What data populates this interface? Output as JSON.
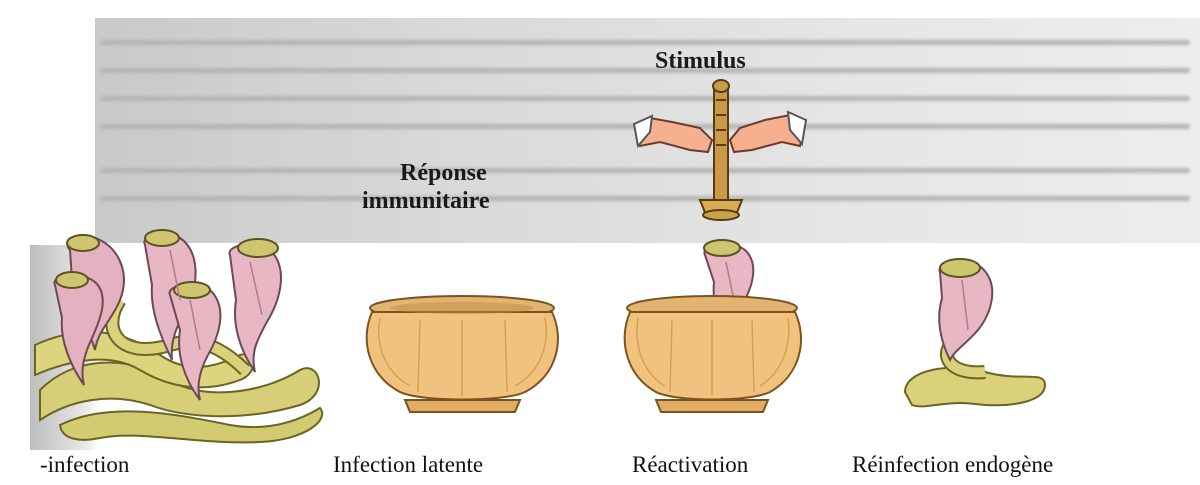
{
  "labels": {
    "stimulus": "Stimulus",
    "reponse_line1": "Réponse",
    "reponse_line2": "immunitaire"
  },
  "captions": [
    "-infection",
    "Infection latente",
    "Réactivation",
    "Réinfection endogène"
  ],
  "colors": {
    "pot": "#f1c27d",
    "pot_shade": "#d89f52",
    "cobra_hood": "#e7b7c4",
    "snake_body": "#d9d27a",
    "hand_skin": "#f5b08f"
  }
}
